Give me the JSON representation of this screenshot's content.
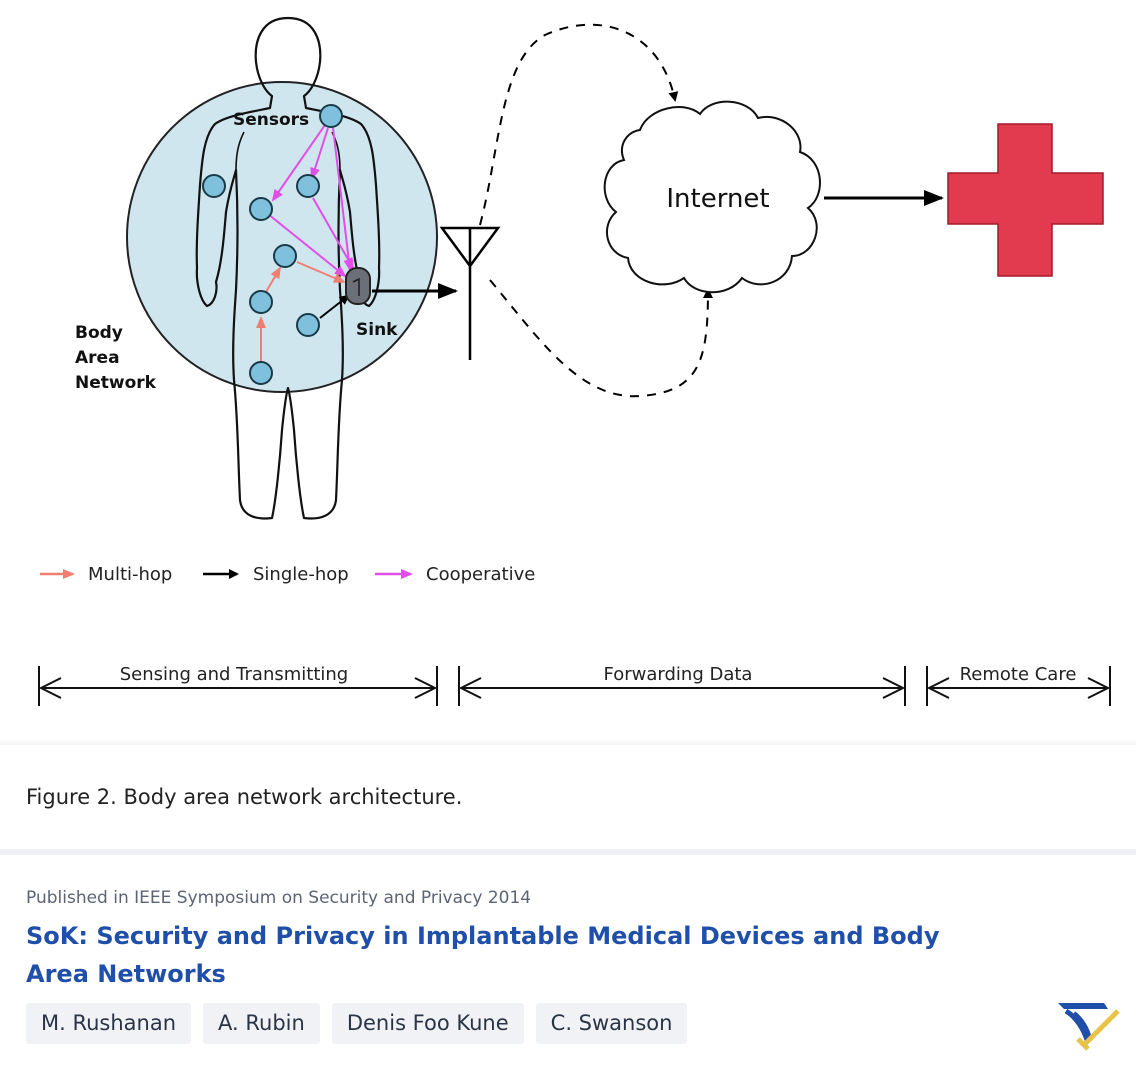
{
  "figure": {
    "labels": {
      "sensors": "Sensors",
      "sink": "Sink",
      "ban_line1": "Body",
      "ban_line2": "Area",
      "ban_line3": "Network",
      "internet": "Internet"
    },
    "legend": {
      "multi_hop": "Multi-hop",
      "single_hop": "Single-hop",
      "cooperative": "Cooperative"
    },
    "spans": {
      "sensing": "Sensing and Transmitting",
      "forwarding": "Forwarding Data",
      "remote_care": "Remote Care"
    },
    "colors": {
      "circle_fill": "#cfe6ef",
      "sensor_node": "#7fc1dc",
      "multi_hop": "#f07f72",
      "single_hop": "#000000",
      "cooperative": "#e24ee8",
      "cross": "#e23b4f"
    }
  },
  "caption": "Figure 2. Body area network architecture.",
  "paper": {
    "published": "Published in IEEE Symposium on Security and Privacy 2014",
    "title": "SoK: Security and Privacy in Implantable Medical Devices and Body Area Networks",
    "authors": [
      "M. Rushanan",
      "A. Rubin",
      "Denis Foo Kune",
      "C. Swanson"
    ]
  },
  "logo_icon": "semantic-scholar-logo-icon"
}
